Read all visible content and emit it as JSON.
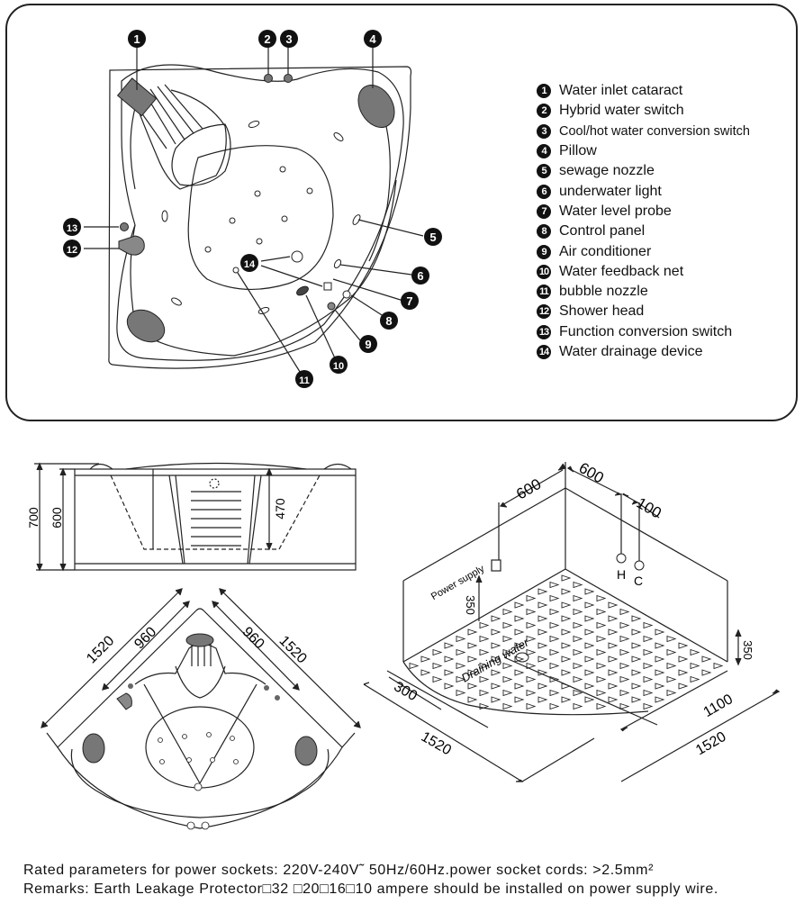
{
  "legend": [
    {
      "num": "1",
      "label": "Water inlet cataract"
    },
    {
      "num": "2",
      "label": "Hybrid water switch"
    },
    {
      "num": "3",
      "label": "Cool/hot water conversion switch"
    },
    {
      "num": "4",
      "label": "Pillow"
    },
    {
      "num": "5",
      "label": "sewage nozzle"
    },
    {
      "num": "6",
      "label": "underwater light"
    },
    {
      "num": "7",
      "label": "Water level probe"
    },
    {
      "num": "8",
      "label": "Control panel"
    },
    {
      "num": "9",
      "label": "Air conditioner"
    },
    {
      "num": "10",
      "label": "Water feedback net"
    },
    {
      "num": "11",
      "label": "bubble nozzle"
    },
    {
      "num": "12",
      "label": "Shower head"
    },
    {
      "num": "13",
      "label": "Function conversion switch"
    },
    {
      "num": "14",
      "label": "Water drainage device"
    }
  ],
  "callouts": [
    "1",
    "2",
    "3",
    "4",
    "5",
    "6",
    "7",
    "8",
    "9",
    "10",
    "11",
    "12",
    "13",
    "14"
  ],
  "side_view": {
    "total_height": "700",
    "body_height": "600",
    "depth": "470"
  },
  "top_view": {
    "side_left": "1520",
    "side_right": "1520",
    "inner_left": "960",
    "inner_right": "960"
  },
  "install_view": {
    "back_left": "600",
    "back_right": "600",
    "hc_gap": "100",
    "hot_label": "H",
    "cold_label": "C",
    "power_supply_label": "Power supply",
    "power_height": "350",
    "pipe_height": "350",
    "drain_offset": "300",
    "front_left": "1520",
    "front_right": "1520",
    "drain_distance": "1100",
    "drain_label": "Draining water"
  },
  "notes": {
    "line1": "Rated parameters for power sockets: 220V-240V˜ 50Hz/60Hz.power socket cords: >2.5mm²",
    "line2": "Remarks: Earth Leakage Protector□32 □20□16□10  ampere should be installed on power supply wire."
  }
}
